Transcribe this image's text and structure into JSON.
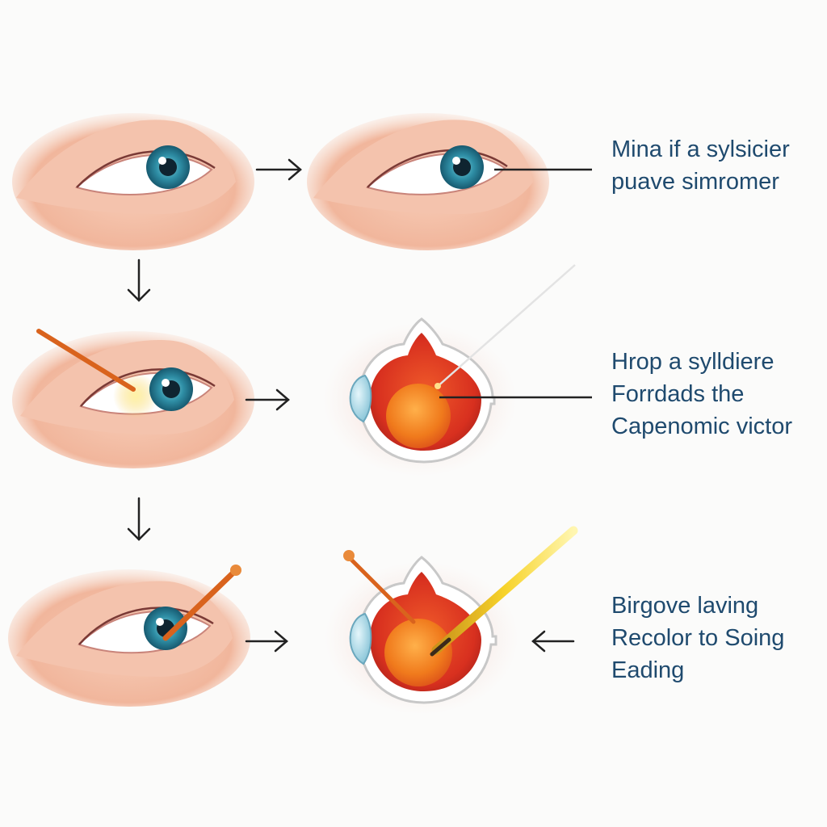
{
  "captions": [
    {
      "lines": [
        "Mina if a sylsicier",
        "puave simromer"
      ]
    },
    {
      "lines": [
        "Hrop a sylldiere",
        "Forrdads the",
        "Capenomic victor"
      ]
    },
    {
      "lines": [
        "Birgove laving",
        "Recolor to Soing",
        "Eading"
      ]
    }
  ],
  "colors": {
    "background": "#fbfbfa",
    "skin": "#f4c3ad",
    "iris": "#2f8fa6",
    "eyeball_red": "#e0392a",
    "lens_orange": "#f07a1c",
    "probe_orange": "#d9631d",
    "probe_yellow": "#f2c21a",
    "caption_text": "#1f4a6e",
    "arrow": "#222222"
  }
}
